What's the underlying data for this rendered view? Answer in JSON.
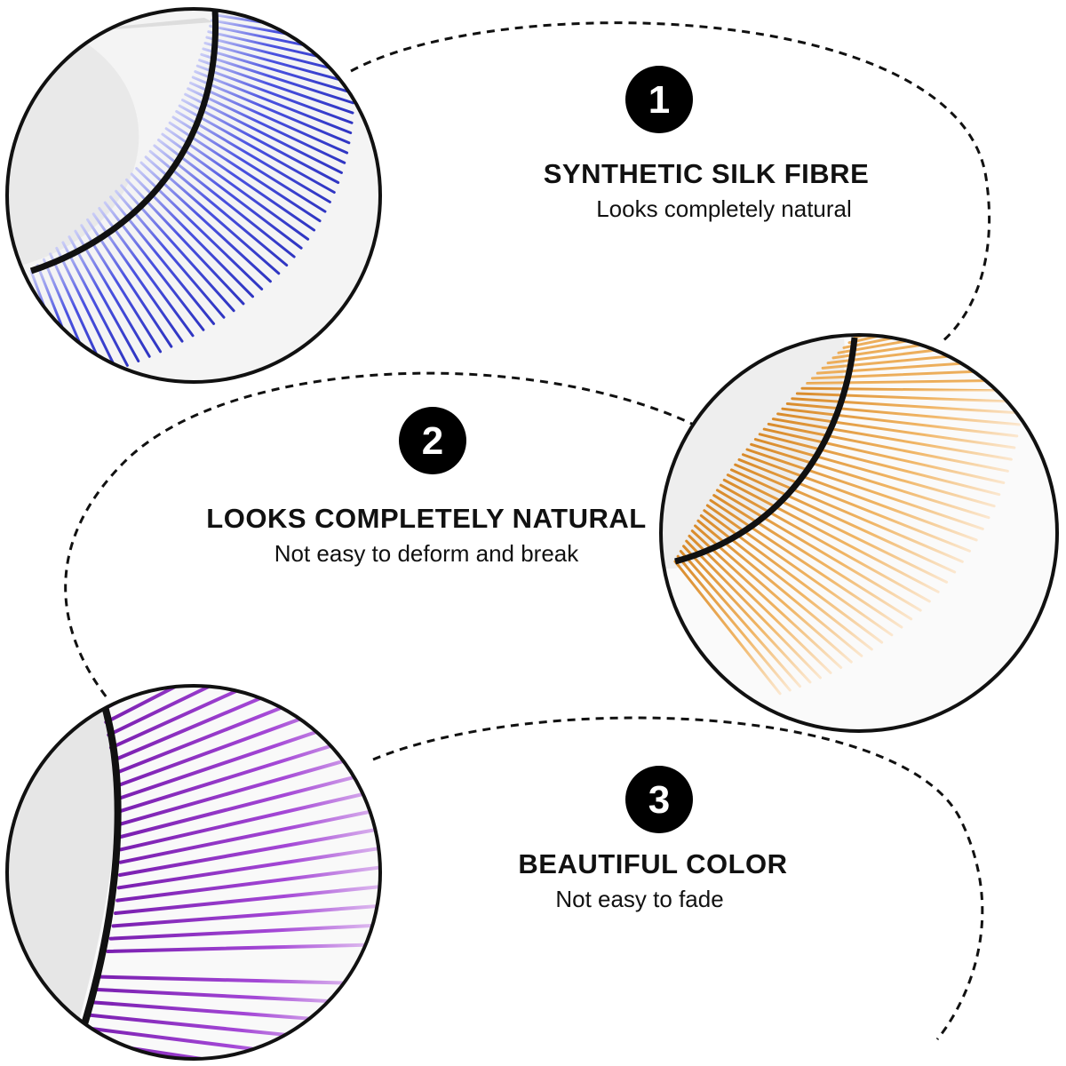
{
  "features": [
    {
      "number": "1",
      "title": "SYNTHETIC SILK FIBRE",
      "subtitle": "Looks completely natural",
      "lash_color": "#3a3fd8"
    },
    {
      "number": "2",
      "title": "LOOKS COMPLETELY NATURAL",
      "subtitle": "Not easy to deform and break",
      "lash_color": "#e6a24a"
    },
    {
      "number": "3",
      "title": "BEAUTIFUL COLOR",
      "subtitle": "Not easy to fade",
      "lash_color": "#9a2fc9"
    }
  ],
  "colors": {
    "badge_fill": "#000000",
    "badge_text": "#ffffff",
    "dashed_line": "#111111"
  }
}
